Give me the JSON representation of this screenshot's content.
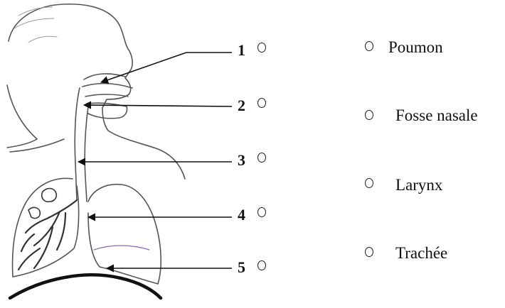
{
  "labels": [
    "1",
    "2",
    "3",
    "4",
    "5"
  ],
  "choices": [
    "Poumon",
    "Fosse nasale",
    "Larynx",
    "Trachée"
  ]
}
